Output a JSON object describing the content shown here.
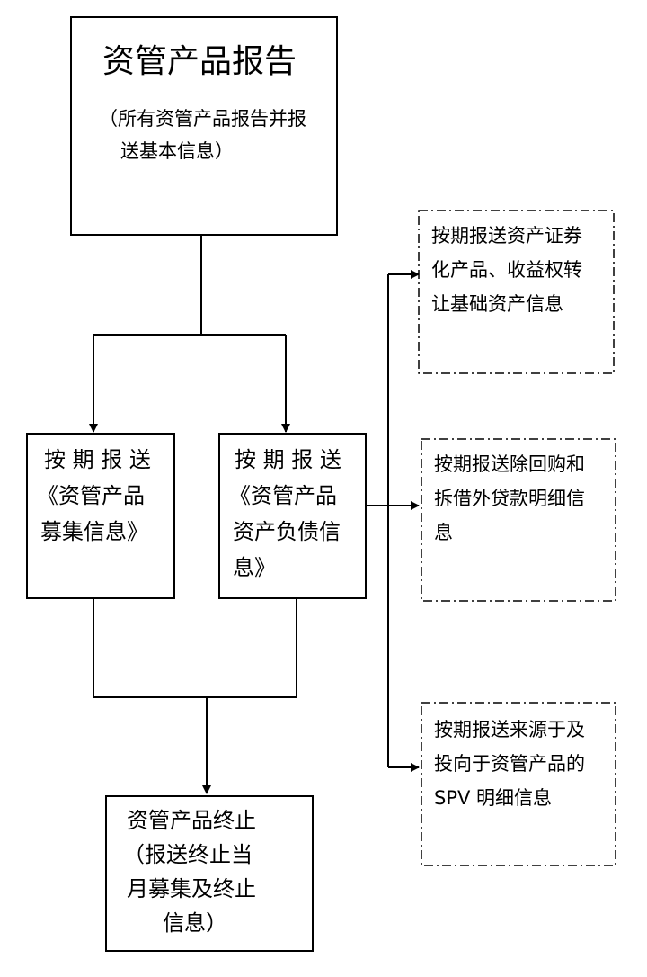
{
  "nodes": {
    "top": {
      "title": "资管产品报告",
      "line1": "（所有资管产品报告并报",
      "line2": "送基本信息）"
    },
    "raise": {
      "line1": "按 期 报 送",
      "line2": "《资管产品",
      "line3": "募集信息》"
    },
    "balance": {
      "line1": "按 期 报 送",
      "line2": "《资管产品",
      "line3": "资产负债信",
      "line4": "息》"
    },
    "terminate": {
      "line1": "资管产品终止",
      "line2": "（报送终止当",
      "line3": "月募集及终止",
      "line4": "信息）"
    },
    "securitization": {
      "line1": "按期报送资产证券",
      "line2": "化产品、收益权转",
      "line3": "让基础资产信息"
    },
    "repo": {
      "line1": "按期报送除回购和",
      "line2": "拆借外贷款明细信",
      "line3": "息"
    },
    "spv": {
      "line1": "按期报送来源于及",
      "line2": "投向于资管产品的",
      "line3": "SPV 明细信息"
    }
  }
}
